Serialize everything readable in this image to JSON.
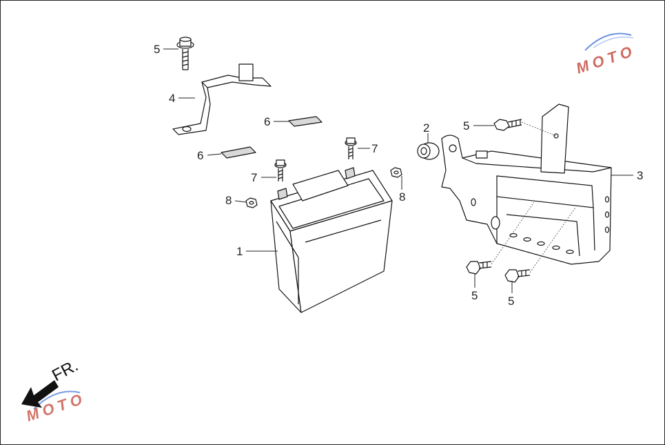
{
  "callouts": {
    "c1": "1",
    "c2": "2",
    "c3": "3",
    "c4": "4",
    "c5a": "5",
    "c5b": "5",
    "c5c": "5",
    "c5d": "5",
    "c6a": "6",
    "c6b": "6",
    "c7a": "7",
    "c7b": "7",
    "c8a": "8",
    "c8b": "8"
  },
  "direction_label": "FR.",
  "watermark": {
    "text": "MOTO",
    "colors": {
      "ink": "#c0392b",
      "gear": "#888888",
      "swoosh": "#3b6fd8"
    }
  },
  "icons": [
    "front-direction-arrow-icon",
    "moto-watermark-logo"
  ]
}
